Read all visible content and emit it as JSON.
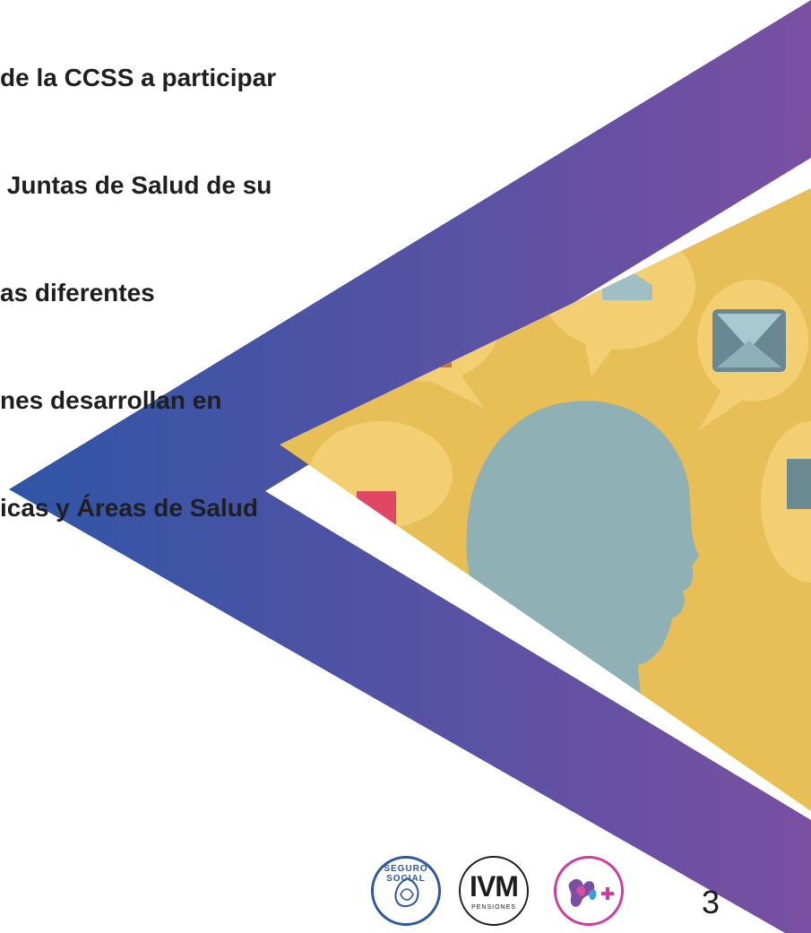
{
  "body_text": {
    "lines": [
      "de la CCSS a participar",
      " Juntas de Salud de su",
      "as diferentes",
      "nes desarrollan en",
      "icas y Áreas de Salud"
    ]
  },
  "footer": {
    "logos": [
      {
        "name": "seguro-social",
        "text": "SEGURO SOCIAL"
      },
      {
        "name": "ivm",
        "text": "IVM",
        "subtext": "PENSIONES"
      },
      {
        "name": "b-plus",
        "icon": "b-plus-icon"
      }
    ],
    "page_number": "3"
  },
  "colors": {
    "gradient_start": "#2f55a6",
    "gradient_end": "#7a4fa2",
    "photo_background": "#e8bf57",
    "silhouette": "#8fb0b4",
    "speech_bubble": "#f4cf72",
    "text": "#1f1f1f"
  }
}
